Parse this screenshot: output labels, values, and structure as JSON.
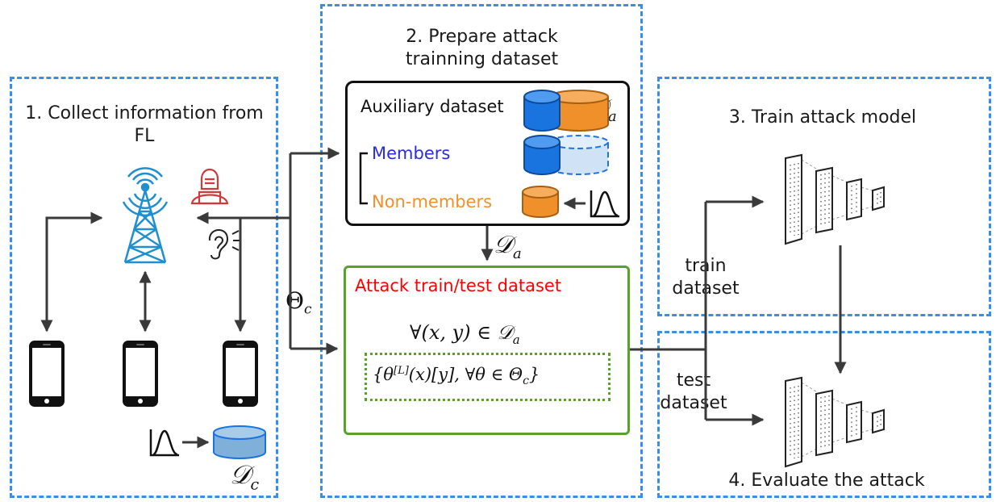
{
  "steps": {
    "collect": "1. Collect information from FL",
    "prepare": "2. Prepare attack trainning dataset",
    "train": "3. Train attack model",
    "evaluate": "4. Evaluate the attack"
  },
  "aux_box": {
    "title": "Auxiliary dataset",
    "members": "Members",
    "non_members": "Non-members",
    "symbol": "𝒟",
    "symbol_sub": "a"
  },
  "arrow_label_da": {
    "symbol": "𝒟",
    "sub": "a"
  },
  "theta_label": {
    "symbol": "Θ",
    "sub": "c"
  },
  "attack_box": {
    "title": "Attack train/test dataset",
    "formula1": "∀(x, y) ∈ 𝒟",
    "formula1_sub": "a",
    "formula2_pre": "{θ",
    "formula2_sup": "[L]",
    "formula2_post": "(x)[y], ∀θ ∈ Θ",
    "formula2_sub": "c",
    "formula2_close": "}"
  },
  "train_dataset": "train dataset",
  "test_dataset": "test dataset",
  "client_db": {
    "symbol": "𝒟",
    "sub": "c"
  },
  "colors": {
    "dashed_border": "#3b8ee8",
    "members_text": "#2b2be0",
    "non_members_text": "#f0902a",
    "attack_title": "#ff0000",
    "green": "#5aa02c",
    "db_blue": "#1a74e0",
    "db_orange": "#f0902a",
    "tower": "#1f8fd0",
    "hacker": "#d23a3a"
  },
  "icons": [
    "antenna-tower-icon",
    "hacker-icon",
    "eavesdrop-ear-icon",
    "smartphone-icon",
    "database-icon",
    "distribution-curve-icon",
    "neural-network-icon"
  ]
}
